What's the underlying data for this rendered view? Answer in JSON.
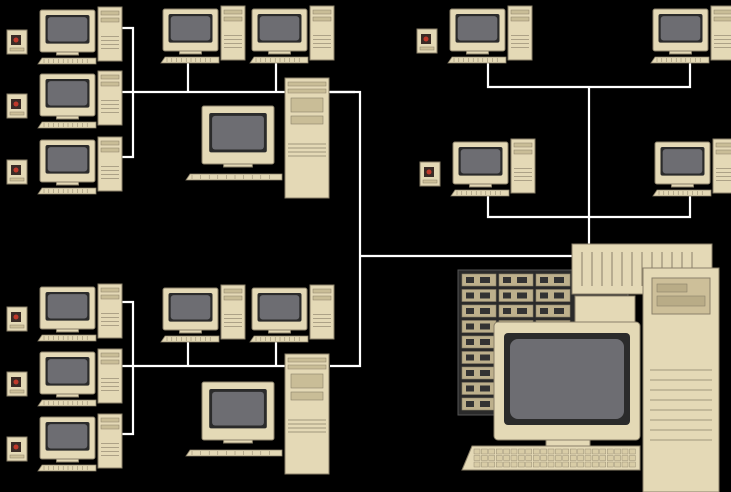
{
  "diagram": {
    "background": "#000000",
    "link_color": "#ffffff",
    "equipment_color": "#e4d9b6",
    "screen_color": "#6d6d72",
    "nodes": [
      {
        "name": "workstation-top-left-1",
        "kind": "workstation-with-peripheral"
      },
      {
        "name": "workstation-top-left-2",
        "kind": "workstation-with-peripheral"
      },
      {
        "name": "workstation-top-left-3",
        "kind": "workstation-with-peripheral"
      },
      {
        "name": "workstation-top-center-1",
        "kind": "workstation"
      },
      {
        "name": "workstation-top-center-2",
        "kind": "workstation"
      },
      {
        "name": "hub-server-top",
        "kind": "tower-server"
      },
      {
        "name": "workstation-right-1",
        "kind": "workstation-with-peripheral"
      },
      {
        "name": "workstation-right-2",
        "kind": "workstation"
      },
      {
        "name": "workstation-right-3",
        "kind": "workstation-with-peripheral"
      },
      {
        "name": "workstation-right-4",
        "kind": "workstation"
      },
      {
        "name": "workstation-bottom-left-1",
        "kind": "workstation-with-peripheral"
      },
      {
        "name": "workstation-bottom-left-2",
        "kind": "workstation-with-peripheral"
      },
      {
        "name": "workstation-bottom-left-3",
        "kind": "workstation-with-peripheral"
      },
      {
        "name": "workstation-bottom-center-1",
        "kind": "workstation"
      },
      {
        "name": "workstation-bottom-center-2",
        "kind": "workstation"
      },
      {
        "name": "hub-server-bottom",
        "kind": "tower-server"
      },
      {
        "name": "mainframe",
        "kind": "mainframe"
      }
    ]
  }
}
